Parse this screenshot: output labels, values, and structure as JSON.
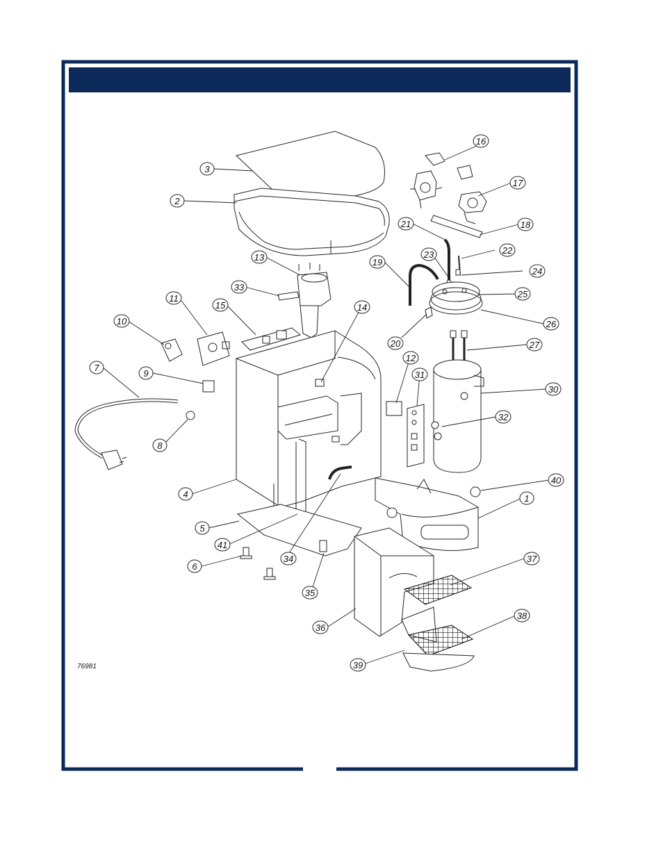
{
  "header": {
    "title": ""
  },
  "drawing": {
    "id_label": "76981",
    "callouts": [
      {
        "n": "1"
      },
      {
        "n": "2"
      },
      {
        "n": "3"
      },
      {
        "n": "4"
      },
      {
        "n": "5"
      },
      {
        "n": "6"
      },
      {
        "n": "7"
      },
      {
        "n": "8"
      },
      {
        "n": "9"
      },
      {
        "n": "10"
      },
      {
        "n": "11"
      },
      {
        "n": "12"
      },
      {
        "n": "13"
      },
      {
        "n": "14"
      },
      {
        "n": "15"
      },
      {
        "n": "16"
      },
      {
        "n": "17"
      },
      {
        "n": "18"
      },
      {
        "n": "19"
      },
      {
        "n": "20"
      },
      {
        "n": "21"
      },
      {
        "n": "22"
      },
      {
        "n": "23"
      },
      {
        "n": "24"
      },
      {
        "n": "25"
      },
      {
        "n": "26"
      },
      {
        "n": "27"
      },
      {
        "n": "30"
      },
      {
        "n": "31"
      },
      {
        "n": "32"
      },
      {
        "n": "33"
      },
      {
        "n": "34"
      },
      {
        "n": "35"
      },
      {
        "n": "36"
      },
      {
        "n": "37"
      },
      {
        "n": "38"
      },
      {
        "n": "39"
      },
      {
        "n": "40"
      },
      {
        "n": "41"
      }
    ]
  },
  "colors": {
    "frame": "#0b2a5a",
    "line": "#222222"
  }
}
